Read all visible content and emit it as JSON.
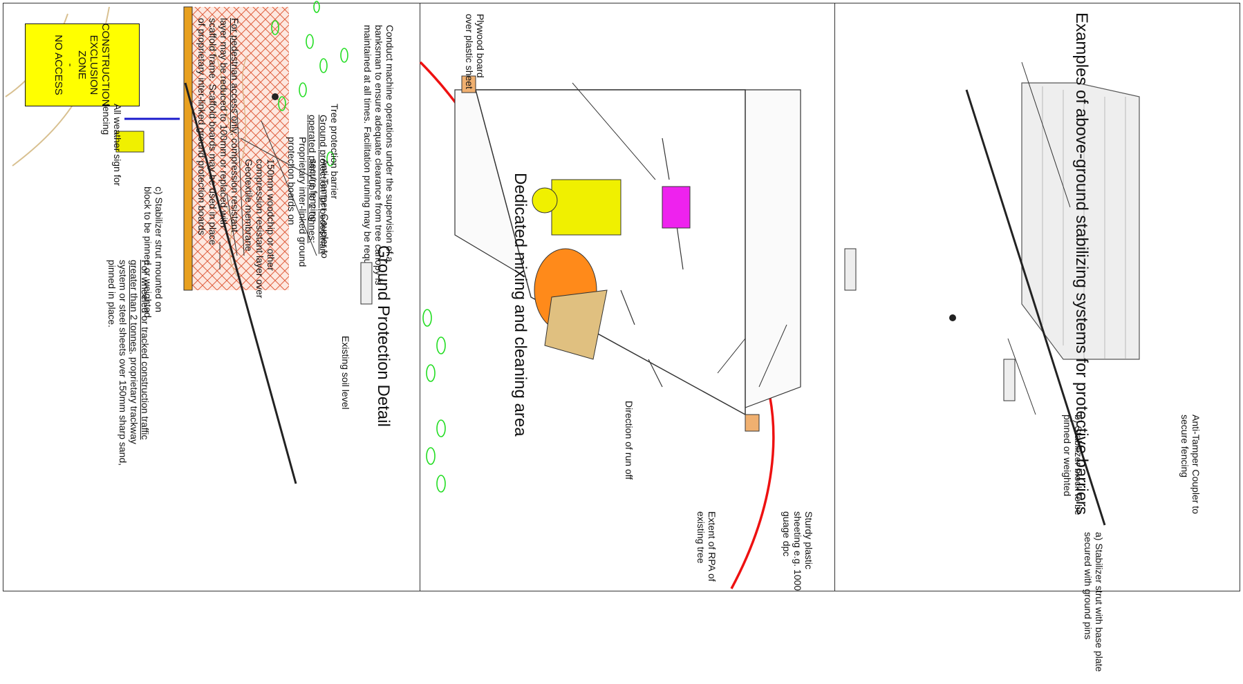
{
  "section_barriers": {
    "title": "Examples of above-ground stabilizing systems for protective barriers",
    "sign": {
      "line1": "CONSTRUCTION",
      "line2": "EXCLUSION ZONE",
      "line3": "-",
      "line4": "NO ACCESS"
    },
    "labels": {
      "weather_sign": "All weather sign for fencing",
      "coupler_left": "Anti-Tamper Coupler to secure fencing",
      "strut_c": "c) Stabilizer strut mounted on block to be pinned or weighted",
      "coupler_right": "Anti-Tamper Coupler to secure fencing",
      "block_b": "b) Stabilizer block to be pinned or weighted",
      "strut_a": "a) Stabilizer strut with base plate secured with ground pins"
    }
  },
  "section_mixing": {
    "title": "Dedicated mixing and cleaning area",
    "labels": {
      "plywood": "Plywood board over plastic sheet",
      "runoff": "Direction of run off",
      "rpa": "Extent of RPA of existing tree",
      "sheeting": "Sturdy plastic sheeting e.g. 1000 guage dpc"
    }
  },
  "section_ground": {
    "title": "Ground Protection Detail",
    "labels": {
      "machine": "Conduct machine operations under the supervision of a banksman to ensure adequate clearance from tree canopy is maintained at all times. Facilitation pruning may be required",
      "tree_barrier": "Tree protection barrier",
      "ground_pedestrian_heading": "Ground protection for pedestrian operated plant up to 2 tonnes:",
      "boards": "Proprietary inter-linked ground protection boards on",
      "woodchip": "150mm woodchip or other compression resistant layer over Geotextile membrane",
      "soil": "Existing soil level",
      "pedestrian_note_lead": "For pedestrian access only,",
      "pedestrian_note_rest": " compression resistant layer may be reduced to 100mm or replaced with scaffold frame. Scaffold boards may be used in place of proprietary inter-linked ground protection boards",
      "wheeled_lead": "For wheeled or tracked construction traffic greater than 2 tonnes,",
      "wheeled_rest": " proprietary trackway system or steel sheets over 150mm sharp sand, pinned in place."
    }
  },
  "colors": {
    "sign": "#ffff00",
    "rpa": "#ee1111",
    "barrier": "#1a1acc",
    "boards": "#e8a020",
    "soil": "#e06040",
    "foliage": "#22dd22",
    "mixer": "#ff8a1a",
    "jacket": "#f0f000",
    "pants": "#ee22ee"
  }
}
